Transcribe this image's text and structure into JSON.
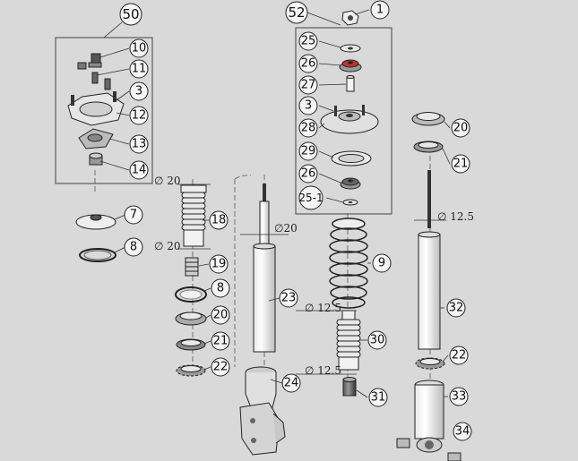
{
  "diagram": {
    "callouts": {
      "c50": "50",
      "c10": "10",
      "c11": "11",
      "c3a": "3",
      "c12": "12",
      "c13": "13",
      "c14": "14",
      "c7": "7",
      "c8a": "8",
      "c18": "18",
      "c19": "19",
      "c8b": "8",
      "c20a": "20",
      "c21a": "21",
      "c22a": "22",
      "c23": "23",
      "c24": "24",
      "c52": "52",
      "c1": "1",
      "c25": "25",
      "c26a": "26",
      "c27": "27",
      "c3b": "3",
      "c28": "28",
      "c29": "29",
      "c26b": "26",
      "c25_1": "25-1",
      "c9": "9",
      "c30": "30",
      "c31": "31",
      "c20b": "20",
      "c21b": "21",
      "c32": "32",
      "c22b": "22",
      "c33": "33",
      "c34": "34"
    },
    "dimensions": {
      "d20a": "∅ 20",
      "d20b": "∅ 20",
      "d20c": "∅20",
      "d12_5a": "∅ 12.5",
      "d12_5b": "∅ 12.5",
      "d12_5c": "∅ 12.5"
    }
  }
}
